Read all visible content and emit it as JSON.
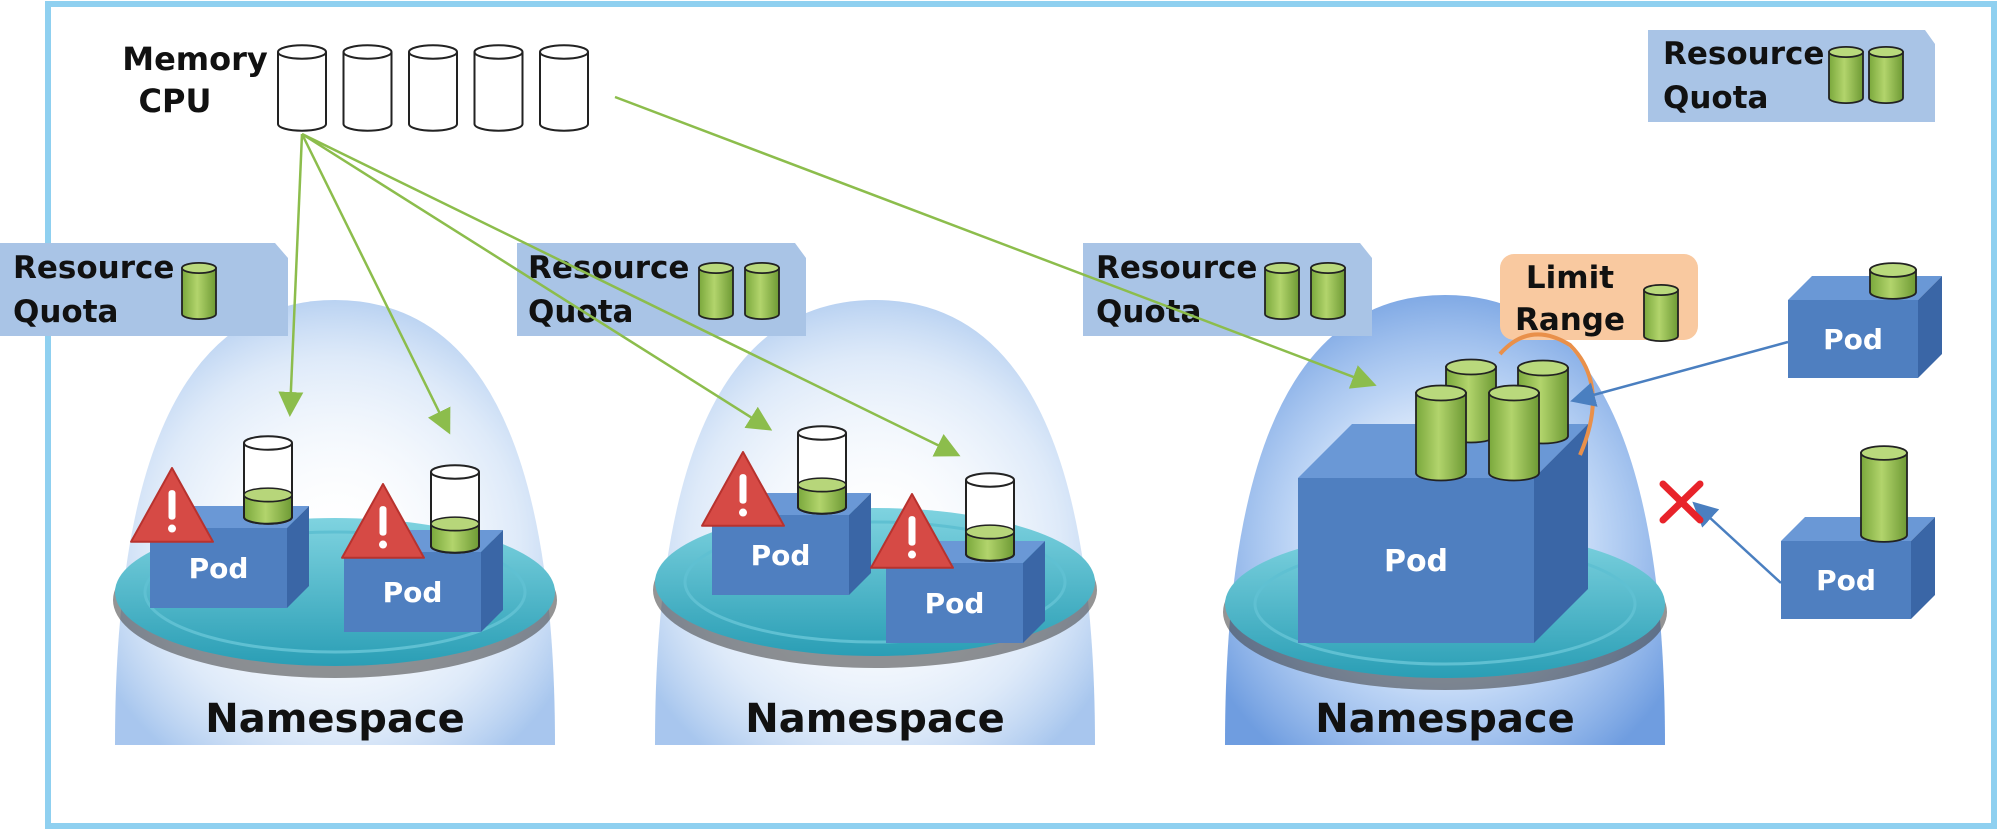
{
  "pool": {
    "label_line1": "Memory",
    "label_line2": "CPU",
    "cylinder_count": 5
  },
  "quotas": {
    "global": {
      "line1": "Resource",
      "line2": "Quota",
      "cylinders": 2
    },
    "ns1": {
      "line1": "Resource",
      "line2": "Quota",
      "cylinders": 1
    },
    "ns2": {
      "line1": "Resource",
      "line2": "Quota",
      "cylinders": 2
    },
    "ns3": {
      "line1": "Resource",
      "line2": "Quota",
      "cylinders": 2
    }
  },
  "limit_range": {
    "line1": "Limit",
    "line2": "Range"
  },
  "namespaces": [
    {
      "label": "Namespace"
    },
    {
      "label": "Namespace"
    },
    {
      "label": "Namespace"
    }
  ],
  "pods": {
    "ns1_a": "Pod",
    "ns1_b": "Pod",
    "ns2_a": "Pod",
    "ns2_b": "Pod",
    "ns3_big": "Pod",
    "incoming_ok": "Pod",
    "incoming_rejected": "Pod"
  },
  "colors": {
    "frame": "#8fd0f0",
    "quota_box": "#a9c4e6",
    "limit_box": "#f9c9a0",
    "pod_front": "#4f7fc0",
    "pod_side": "#3a66a6",
    "pod_top": "#6a98d6",
    "green_cyl": "#8cb84a",
    "warning": "#d64a45",
    "reject": "#e8232a",
    "arrow_green": "#8cbd4c",
    "arrow_blue": "#4a7fc0"
  }
}
